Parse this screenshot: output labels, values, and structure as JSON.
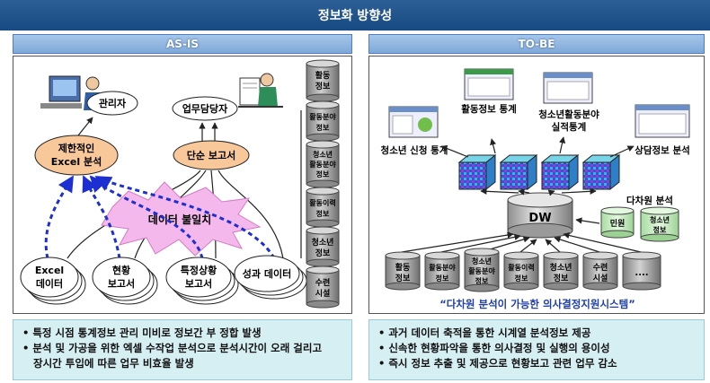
{
  "title": "정보화 방향성",
  "asis": {
    "header": "AS-IS",
    "admin": "관리자",
    "manager": "업무담당자",
    "excel_line1": "제한적인",
    "excel_line2": "Excel 분석",
    "simple_report": "단순 보고서",
    "mismatch": "데이터 불일치",
    "sources": [
      [
        "Excel",
        "데이터"
      ],
      [
        "현황",
        "보고서"
      ],
      [
        "특정상황",
        "보고서"
      ],
      [
        "성과 데이터"
      ]
    ],
    "cylinders": [
      [
        "활동",
        "정보"
      ],
      [
        "활동분야",
        "정보"
      ],
      [
        "청소년",
        "활동분야",
        "정보"
      ],
      [
        "활동이력",
        "정보"
      ],
      [
        "청소년",
        "정보"
      ],
      [
        "수련",
        "시설"
      ]
    ],
    "bullets": [
      "• 특정 시점 통계정보 관리 미비로 정보간 부 정합 발생",
      "• 분석 및 가공을 위한 엑셀 수작업 분석으로 분석시간이 오래 걸리고",
      "   장시간 투입에 따른 업무 비효율 발생"
    ]
  },
  "tobe": {
    "header": "TO-BE",
    "outputs": [
      "활동정보 통계",
      "청소년활동분야",
      "실적통계",
      "청소년 신청 통계",
      "상담정보 분석"
    ],
    "multidim": "다차원 분석",
    "dw": "DW",
    "side_cyl": [
      [
        "민원"
      ],
      [
        "청소년",
        "정보"
      ]
    ],
    "cylinders": [
      [
        "활동",
        "정보"
      ],
      [
        "활동분야",
        "정보"
      ],
      [
        "청소년",
        "활동분야",
        "정보"
      ],
      [
        "활동이력",
        "정보"
      ],
      [
        "청소년",
        "정보"
      ],
      [
        "수련",
        "시설"
      ],
      [
        "...."
      ]
    ],
    "slogan": "“다차원 분석이 가능한 의사결정지원시스템”",
    "bullets": [
      "• 과거 데이터 축적을 통한 시계열 분석정보 제공",
      "• 신속한 현황파악을 통한 의사결정 및 실행의 용이성",
      "• 즉시 정보 추출 및 제공으로 현황보고 관련 업무 감소"
    ]
  },
  "colors": {
    "title_bg": "#1f538d",
    "header_bg": "#8fb4e0",
    "oval_orange": "#f9c89a",
    "cylinder_gray": "#9a9a9a",
    "cylinder_green": "#c9efc4",
    "burst_pink": "#f5b8ec",
    "dashed_blue": "#1d2fd0",
    "slogan_blue": "#1f3fa8",
    "bottom_bg": "#d6eff3"
  }
}
